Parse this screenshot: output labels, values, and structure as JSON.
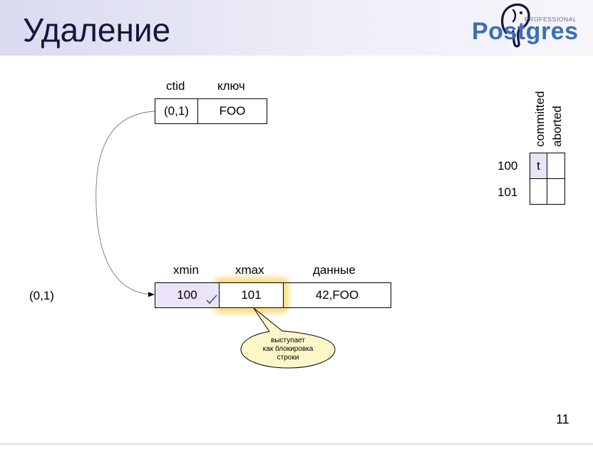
{
  "slide": {
    "title": "Удаление",
    "page_number": "11",
    "logo": {
      "text": "Postgres",
      "professional": "PROFESSIONAL"
    }
  },
  "index_table": {
    "headers": [
      "ctid",
      "ключ"
    ],
    "row": [
      "(0,1)",
      "FOO"
    ]
  },
  "heap_table": {
    "row_label": "(0,1)",
    "headers": [
      "xmin",
      "xmax",
      "данные"
    ],
    "row": [
      "100",
      "101",
      "42,FOO"
    ]
  },
  "callout": {
    "lines": [
      "выступает",
      "как блокировка",
      "строки"
    ]
  },
  "clog": {
    "headers": [
      "committed",
      "aborted"
    ],
    "rows": [
      {
        "xid": "100",
        "committed": "t",
        "aborted": ""
      },
      {
        "xid": "101",
        "committed": "",
        "aborted": ""
      }
    ]
  },
  "colors": {
    "header_bg": "#d9daf0",
    "cell_highlight": "#ebe4f8",
    "glow": "#f7d56a",
    "callout_fill": "#fbf7c8",
    "logo_blue": "#3a6fb5"
  }
}
